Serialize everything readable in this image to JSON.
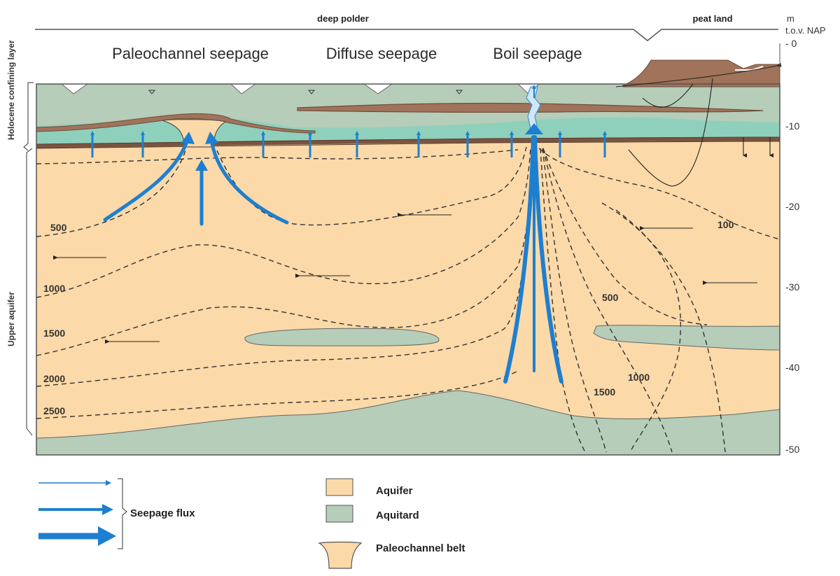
{
  "labels": {
    "deep_polder": "deep polder",
    "peat_land": "peat land",
    "unit_m": "m",
    "unit_ref": "t.o.v. NAP",
    "paleochannel_seepage": "Paleochannel seepage",
    "diffuse_seepage": "Diffuse seepage",
    "boil_seepage": "Boil seepage",
    "holocene_layer": "Holocene confining layer",
    "upper_aquifer": "Upper aquifer"
  },
  "depth_axis": {
    "ticks": [
      "- 0",
      "-10",
      "-20",
      "-30",
      "-40",
      "-50"
    ]
  },
  "contours_left": [
    "500",
    "1000",
    "1500",
    "2000",
    "2500"
  ],
  "contours_right": [
    "100",
    "500",
    "1000",
    "1500"
  ],
  "legend": {
    "seepage_flux": "Seepage flux",
    "aquifer": "Aquifer",
    "aquitard": "Aquitard",
    "paleochannel_belt": "Paleochannel belt"
  },
  "colors": {
    "aquifer": "#fcd9a8",
    "aquitard": "#b5cdb9",
    "sand_layer": "#8fd0bc",
    "peat": "#a0735a",
    "arrow_blue": "#1e7fd0",
    "boil_light": "#cfe7f8"
  }
}
